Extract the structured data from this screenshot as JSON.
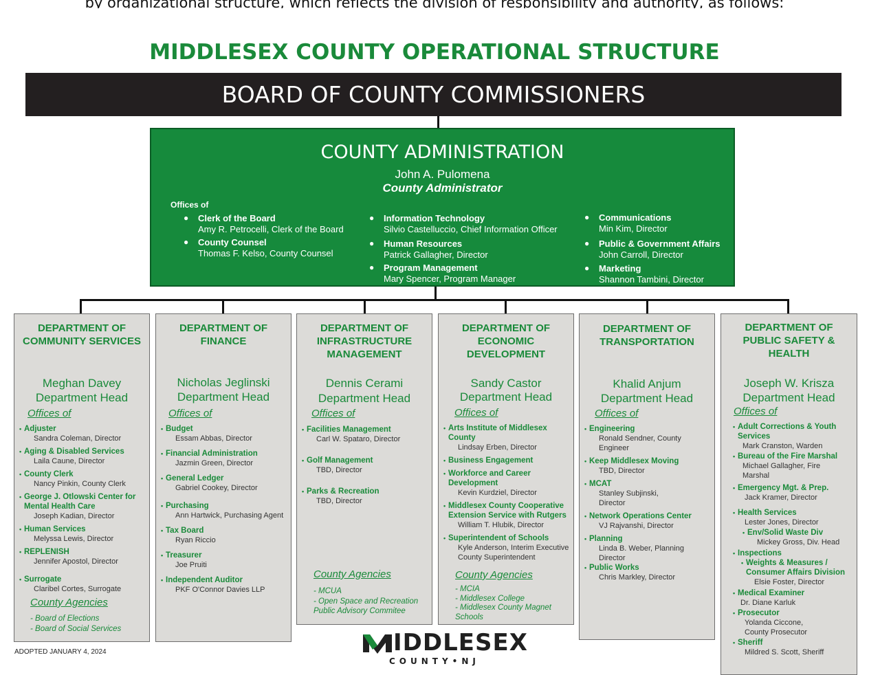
{
  "page": {
    "top_crop_text": "by organizational structure, which reflects the division of responsibility and authority, as follows:",
    "title": "MIDDLESEX COUNTY OPERATIONAL STRUCTURE",
    "board": "BOARD OF COUNTY COMMISSIONERS",
    "adopted": "ADOPTED JANUARY 4, 2024"
  },
  "admin": {
    "title": "COUNTY ADMINISTRATION",
    "name": "John A. Pulomena",
    "role": "County Administrator",
    "offices_label": "Offices of",
    "items": [
      {
        "title": "Clerk of the Board",
        "person": "Amy R. Petrocelli, Clerk of the Board"
      },
      {
        "title": "County Counsel",
        "person": "Thomas F. Kelso, County Counsel"
      },
      {
        "title": "Information Technology",
        "person": "Silvio Castelluccio, Chief Information Officer"
      },
      {
        "title": "Human Resources",
        "person": "Patrick Gallagher, Director"
      },
      {
        "title": "Program Management",
        "person": "Mary Spencer, Program Manager"
      },
      {
        "title": "Communications",
        "person": "Min Kim, Director"
      },
      {
        "title": "Public & Government Affairs",
        "person": "John Carroll, Director"
      },
      {
        "title": "Marketing",
        "person": "Shannon Tambini, Director"
      }
    ]
  },
  "departments": [
    {
      "title": "DEPARTMENT OF COMMUNITY SERVICES",
      "head": "Meghan Davey",
      "head_role": "Department Head",
      "offices_label": "Offices of",
      "offices": [
        {
          "name": "Adjuster",
          "person": "Sandra Coleman, Director"
        },
        {
          "name": "Aging & Disabled Services",
          "person": "Laila Caune, Director"
        },
        {
          "name": "County Clerk",
          "person": "Nancy Pinkin, County Clerk"
        },
        {
          "name": "George J. Otlowski Center for Mental Health Care",
          "person": "Joseph Kadian, Director"
        },
        {
          "name": "Human Services",
          "person": "Melyssa Lewis, Director"
        },
        {
          "name": "REPLENISH",
          "person": "Jennifer Apostol, Director"
        },
        {
          "name": "Surrogate",
          "person": "Claribel Cortes, Surrogate"
        }
      ],
      "agencies_label": "County Agencies",
      "agencies": [
        "- Board of Elections",
        "- Board of Social Services"
      ]
    },
    {
      "title": "DEPARTMENT OF FINANCE",
      "head": "Nicholas Jeglinski",
      "head_role": "Department Head",
      "offices_label": "Offices of",
      "offices": [
        {
          "name": "Budget",
          "person": "Essam Abbas, Director"
        },
        {
          "name": "Financial Administration",
          "person": "Jazmin Green, Director"
        },
        {
          "name": "General Ledger",
          "person": "Gabriel Cookey, Director"
        },
        {
          "name": "Purchasing",
          "person": "Ann Hartwick, Purchasing Agent"
        },
        {
          "name": "Tax Board",
          "person": "Ryan Riccio"
        },
        {
          "name": "Treasurer",
          "person": "Joe Pruiti"
        },
        {
          "name": "Independent Auditor",
          "person": "PKF O'Connor Davies LLP"
        }
      ],
      "agencies_label": "",
      "agencies": []
    },
    {
      "title": "DEPARTMENT OF INFRASTRUCTURE MANAGEMENT",
      "head": "Dennis Cerami",
      "head_role": "Department Head",
      "offices_label": "Offices of",
      "offices": [
        {
          "name": "Facilities Management",
          "person": "Carl W. Spataro, Director"
        },
        {
          "name": "Golf Management",
          "person": "TBD, Director"
        },
        {
          "name": "Parks & Recreation",
          "person": "TBD, Director"
        }
      ],
      "agencies_label": "County Agencies",
      "agencies": [
        "- MCUA",
        "- Open Space and Recreation Public Advisory Commitee"
      ]
    },
    {
      "title": "DEPARTMENT OF ECONOMIC DEVELOPMENT",
      "head": "Sandy Castor",
      "head_role": "Department Head",
      "offices_label": "Offices of",
      "offices": [
        {
          "name": "Arts Institute of Middlesex County",
          "person": "Lindsay Erben, Director"
        },
        {
          "name": "Business Engagement",
          "person": ""
        },
        {
          "name": "Workforce and Career Development",
          "person": "Kevin Kurdziel, Director"
        },
        {
          "name": "Middlesex County Cooperative Extension Service with Rutgers",
          "person": "William T. Hlubik, Director"
        },
        {
          "name": "Superintendent of Schools",
          "person": "Kyle Anderson, Interim Executive County Superintendent"
        }
      ],
      "agencies_label": "County Agencies",
      "agencies": [
        "- MCIA",
        "- Middlesex College",
        "- Middlesex County Magnet Schools"
      ]
    },
    {
      "title": "DEPARTMENT OF TRANSPORTATION",
      "head": "Khalid Anjum",
      "head_role": "Department Head",
      "offices_label": "Offices of",
      "offices": [
        {
          "name": "Engineering",
          "person": "Ronald Sendner, County Engineer"
        },
        {
          "name": "Keep Middlesex Moving",
          "person": "TBD, Director"
        },
        {
          "name": "MCAT",
          "person": "Stanley Subjinski, Director"
        },
        {
          "name": "Network Operations Center",
          "person": "VJ Rajvanshi, Director"
        },
        {
          "name": "Planning",
          "person": "Linda B. Weber, Planning Director"
        },
        {
          "name": "Public Works",
          "person": "Chris Markley, Director"
        }
      ],
      "agencies_label": "",
      "agencies": []
    },
    {
      "title": "DEPARTMENT OF PUBLIC SAFETY & HEALTH",
      "head": "Joseph W. Krisza",
      "head_role": "Department Head",
      "offices_label": "Offices of",
      "offices": [
        {
          "name": "Adult Corrections & Youth Services",
          "person": "Mark Cranston, Warden"
        },
        {
          "name": "Bureau of the Fire Marshal",
          "person": "Michael Gallagher, Fire Marshal"
        },
        {
          "name": "Emergency Mgt. & Prep.",
          "person": "Jack Kramer, Director"
        },
        {
          "name": "Health Services",
          "person": "Lester Jones, Director"
        },
        {
          "name": "Env/Solid Waste Div",
          "person": "Mickey Gross, Div. Head"
        },
        {
          "name": "Inspections",
          "person": ""
        },
        {
          "name": "Weights & Measures / Consumer Affairs Division",
          "person": "Elsie Foster, Director"
        },
        {
          "name": "Medical Examiner",
          "person": "Dr. Diane Karluk"
        },
        {
          "name": "Prosecutor",
          "person": "Yolanda Ciccone, County Prosecutor"
        },
        {
          "name": "Sheriff",
          "person": "Mildred S. Scott, Sheriff"
        }
      ],
      "agencies_label": "",
      "agencies": []
    }
  ],
  "logo": {
    "word": "IDDLESEX",
    "sub": "COUNTY•NJ"
  }
}
